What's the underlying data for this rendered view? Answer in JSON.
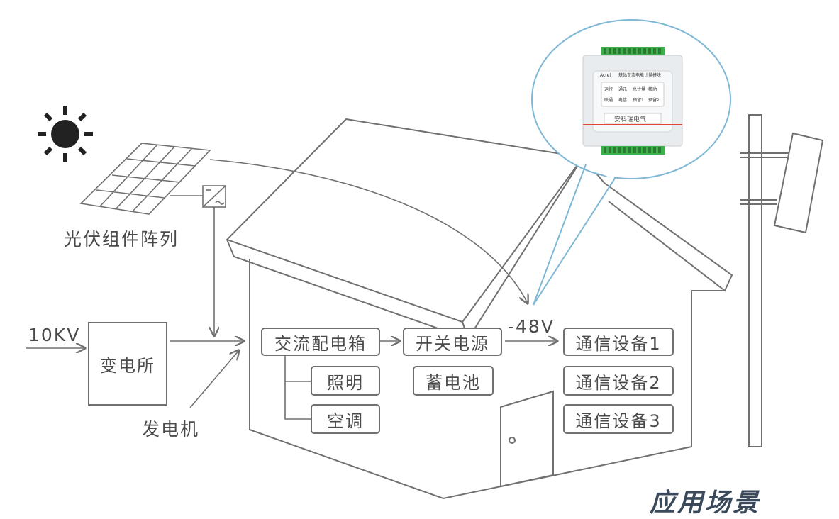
{
  "labels": {
    "pv_array": "光伏组件阵列",
    "input_voltage": "10KV",
    "generator": "发电机",
    "dc_voltage": "-48V"
  },
  "boxes": {
    "substation": "变电所",
    "ac_distribution": "交流配电箱",
    "lighting": "照明",
    "air_conditioning": "空调",
    "switching_power": "开关电源",
    "battery": "蓄电池",
    "comm_device_1": "通信设备1",
    "comm_device_2": "通信设备2",
    "comm_device_3": "通信设备3"
  },
  "device": {
    "brand": "安科瑞电气",
    "model_text": "基站直流电能计量模块",
    "logo": "Acrel",
    "indicators": [
      "运行",
      "通讯",
      "总计量",
      "移动",
      "联通",
      "电信",
      "预留1",
      "预留2"
    ]
  },
  "footer_title": "应用场景",
  "colors": {
    "line": "#707070",
    "callout": "#7fb8d6",
    "terminal": "#3cb04a",
    "title": "#3a4a5a"
  },
  "icons": [
    "sun-icon",
    "solar-panel-icon",
    "inverter-icon",
    "door-icon",
    "antenna-icon",
    "meter-module-icon"
  ]
}
